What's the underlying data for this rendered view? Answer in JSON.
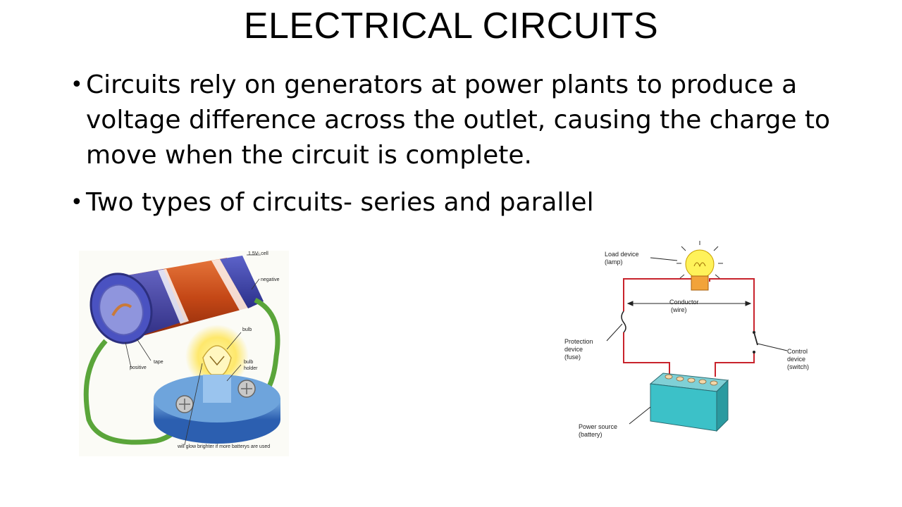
{
  "slide": {
    "title": "ELECTRICAL CIRCUITS",
    "bullets": [
      "Circuits rely on generators at power plants to produce a voltage difference across the outlet, causing the charge to move when the circuit is complete.",
      "Two types of circuits- series and parallel"
    ]
  },
  "figure_left": {
    "labels": {
      "cell": "1.5V- cell",
      "negative": "negative",
      "bulb": "bulb",
      "tape": "tape",
      "bulb_holder_1": "bulb",
      "bulb_holder_2": "holder",
      "positive": "positive",
      "caption": "will glow brighter if more batterys are used"
    }
  },
  "figure_right": {
    "labels": {
      "load_1": "Load device",
      "load_2": "(lamp)",
      "conductor_1": "Conductor",
      "conductor_2": "(wire)",
      "protection_1": "Protection",
      "protection_2": "device",
      "protection_3": "(fuse)",
      "control_1": "Control",
      "control_2": "device",
      "control_3": "(switch)",
      "power_1": "Power source",
      "power_2": "(battery)"
    }
  }
}
